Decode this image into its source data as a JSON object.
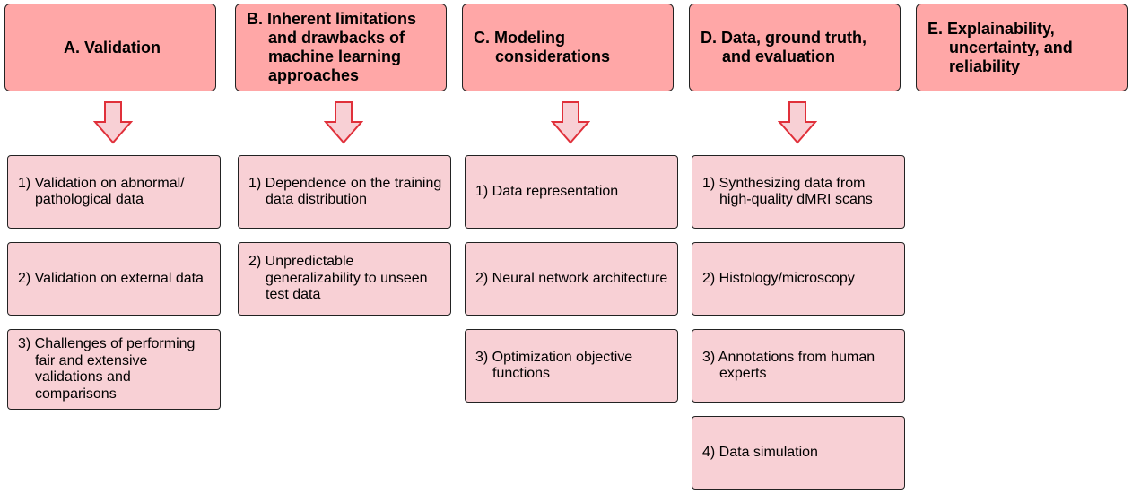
{
  "colors": {
    "header_fill": "#ffa7a7",
    "box_fill": "#f8d0d5",
    "arrow_stroke": "#e0303a",
    "border": "#222222"
  },
  "columns": [
    {
      "title": "A. Validation",
      "items": [
        "1) Validation on abnormal/ pathological data",
        "2) Validation on external data",
        "3) Challenges of performing fair and extensive validations and comparisons"
      ]
    },
    {
      "title": "B. Inherent limitations and drawbacks of machine learning approaches",
      "items": [
        "1) Dependence on the training data distribution",
        "2) Unpredictable generalizability to unseen test data"
      ]
    },
    {
      "title": "C. Modeling considerations",
      "items": [
        "1) Data representation",
        "2) Neural network architecture",
        "3) Optimization objective functions"
      ]
    },
    {
      "title": "D. Data, ground truth, and evaluation",
      "items": [
        "1) Synthesizing data from high-quality dMRI scans",
        "2) Histology/microscopy",
        "3) Annotations from human experts",
        "4) Data simulation"
      ]
    },
    {
      "title": "E. Explainability, uncertainty, and reliability",
      "items": []
    }
  ]
}
